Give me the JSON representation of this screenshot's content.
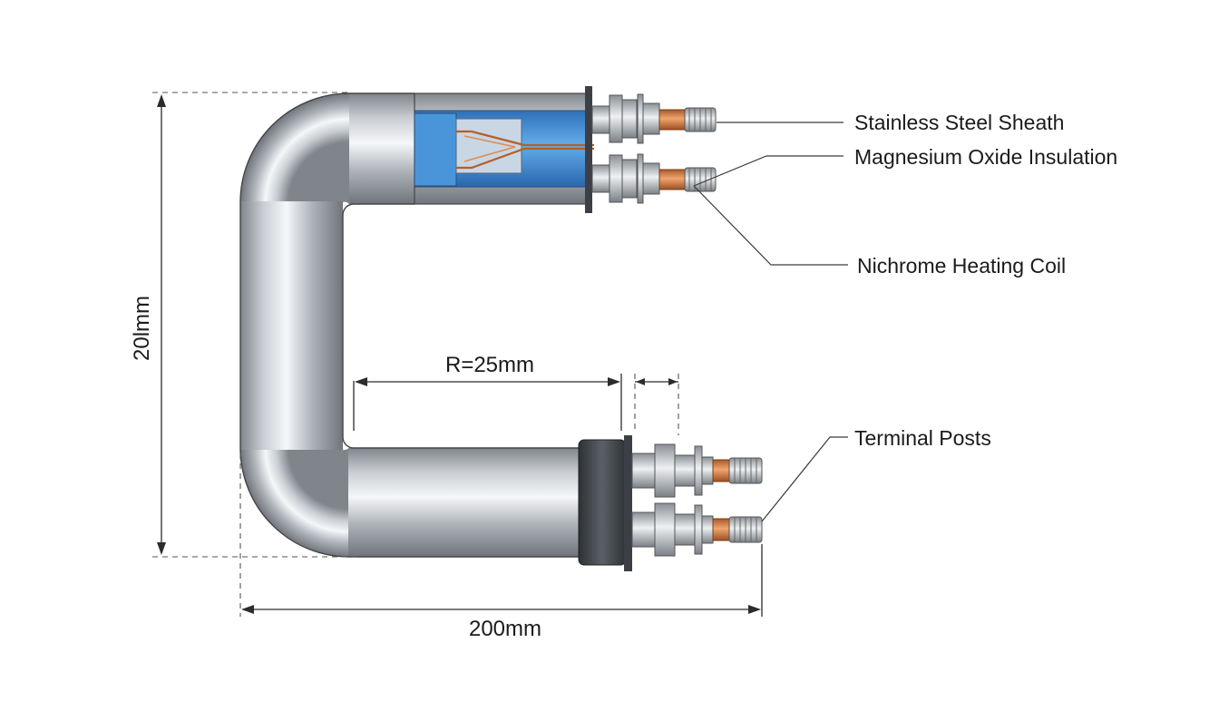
{
  "labels": {
    "sheath": "Stainless Steel Sheath",
    "insulation": "Magnesium Oxide Insulation",
    "coil": "Nichrome Heating Coil",
    "terminals": "Terminal Posts"
  },
  "dimensions": {
    "height": "20lmm",
    "width": "200mm",
    "radius": "R=25mm"
  },
  "colors": {
    "tube_light": "#f4f6f8",
    "tube_mid": "#b9bec4",
    "tube_dark": "#7c8288",
    "insulation_blue": "#3f8fdc",
    "copper": "#d2783c",
    "end_cap": "#3c4046"
  }
}
